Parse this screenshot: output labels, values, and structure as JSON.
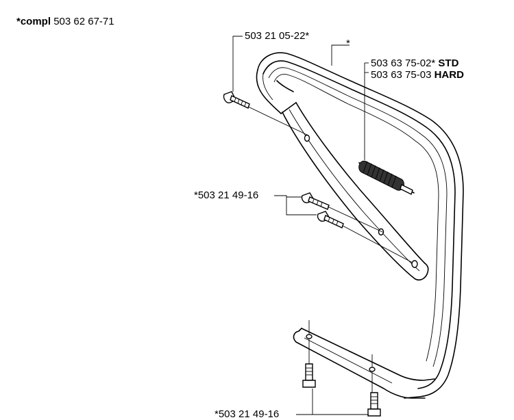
{
  "header": {
    "prefix": "*compl",
    "number": "503 62 67-71"
  },
  "callouts": {
    "bolt_top": "503 21 05-22*",
    "handle_star": "*",
    "spring_std_number": "503 63 75-02*",
    "spring_std_suffix": "STD",
    "spring_hard_number": "503 63 75-03",
    "spring_hard_suffix": "HARD",
    "bolt_mid": "*503 21 49-16",
    "bolt_bottom": "*503 21 49-16"
  }
}
